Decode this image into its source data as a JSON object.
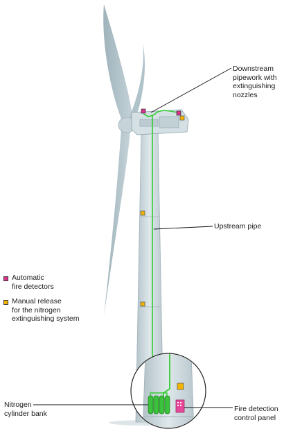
{
  "labels": {
    "downstream": [
      "Downstream",
      "pipework with",
      "extinguishing",
      "nozzles"
    ],
    "upstream": [
      "Upstream pipe"
    ],
    "nitrogen_bank": [
      "Nitrogen",
      "cylinder bank"
    ],
    "control_panel": [
      "Fire detection",
      "control panel"
    ]
  },
  "legend": {
    "detectors": [
      "Automatic",
      "fire detectors"
    ],
    "manual_release": [
      "Manual release",
      "for the nitrogen",
      "extinguishing system"
    ]
  },
  "colors": {
    "detector": "#d7338c",
    "manual_release": "#f2b400",
    "pipe": "#33cc33",
    "tower": "#c9d6da",
    "blade": "#a9bcc3",
    "control_panel": "#e8489a"
  }
}
